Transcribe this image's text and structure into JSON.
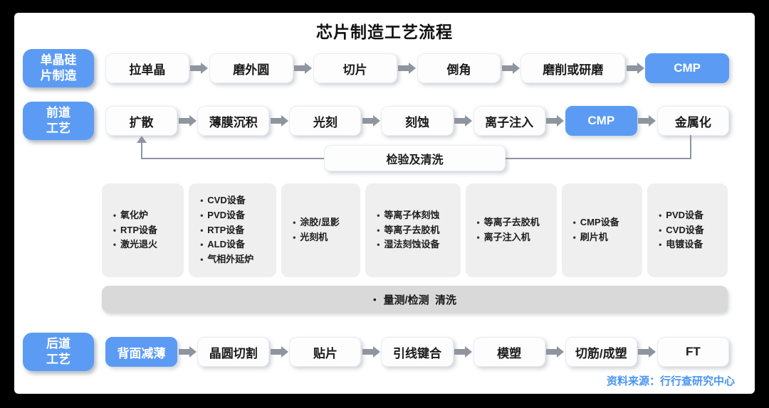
{
  "title": "芯片制造工艺流程",
  "bullet": "•",
  "stages": {
    "wafer": {
      "label_line1": "单晶硅",
      "label_line2": "片制造"
    },
    "front": {
      "label_line1": "前道",
      "label_line2": "工艺"
    },
    "back": {
      "label_line1": "后道",
      "label_line2": "工艺"
    }
  },
  "wafer_steps": [
    "拉单晶",
    "磨外圆",
    "切片",
    "倒角",
    "磨削或研磨",
    "CMP"
  ],
  "front_steps": [
    "扩散",
    "薄膜沉积",
    "光刻",
    "刻蚀",
    "离子注入",
    "CMP",
    "金属化"
  ],
  "inspection_label": "检验及清洗",
  "equipment": [
    {
      "items": [
        "氧化炉",
        "RTP设备",
        "激光退火"
      ]
    },
    {
      "items": [
        "CVD设备",
        "PVD设备",
        "RTP设备",
        "ALD设备",
        "气相外延炉"
      ]
    },
    {
      "items": [
        "涂胶/显影",
        "光刻机"
      ]
    },
    {
      "items": [
        "等离子体刻蚀",
        "等离子去胶机",
        "湿法刻蚀设备"
      ]
    },
    {
      "items": [
        "等离子去胶机",
        "离子注入机"
      ]
    },
    {
      "items": [
        "CMP设备",
        "刷片机"
      ]
    },
    {
      "items": [
        "PVD设备",
        "CVD设备",
        "电镀设备"
      ]
    }
  ],
  "metrology_bar": {
    "label": "量测/检测  清洗"
  },
  "back_steps": [
    "背面减薄",
    "晶圆切割",
    "贴片",
    "引线键合",
    "模塑",
    "切筋/成塑",
    "FT"
  ],
  "source": "资料来源：行行查研究中心",
  "colors": {
    "accent_blue": "#5b9bf4",
    "source_blue": "#4a94f0",
    "arrow_gray": "#8e959e",
    "equipment_gray": "#efefef",
    "bar_gray": "#d9d9d9"
  }
}
